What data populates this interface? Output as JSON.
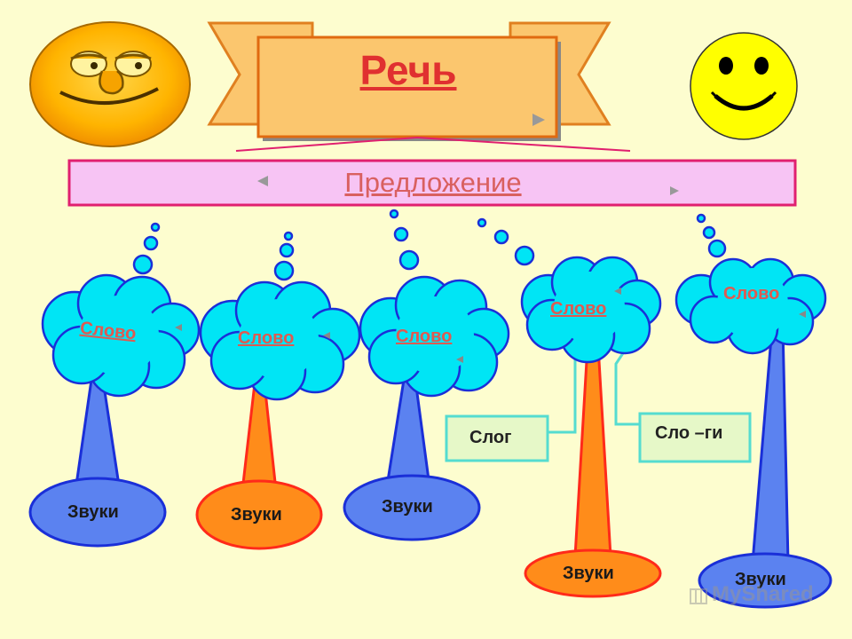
{
  "title": "Речь",
  "sentence": "Предложение",
  "words": [
    "Слово",
    "Слово",
    "Слово",
    "Слово",
    "Слово"
  ],
  "sounds": [
    "Звуки",
    "Звуки",
    "Звуки",
    "Звуки",
    "Звуки"
  ],
  "syllable": "Слог",
  "syllables": "Сло –ги",
  "watermark": "MyShared",
  "nav_icons": [
    "play-next-icon",
    "nav-prev-icon",
    "nav-next-icon",
    "nav-back-icon"
  ],
  "colors": {
    "background": "#fdfdcf",
    "cloud": "#00e5f5",
    "cloud_outline": "#1a2fd8",
    "sound_blue": "#5b82f0",
    "sound_orange": "#ff8c1a",
    "sound_outline_red": "#ff2a1a",
    "banner": "#fbc66e",
    "sentence_bar": "#f7c4f4",
    "sentence_border": "#e0206f",
    "box": "#e6f8c8",
    "box_border": "#55dcd0"
  }
}
